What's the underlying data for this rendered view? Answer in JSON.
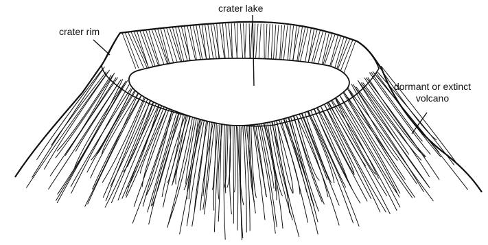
{
  "diagram": {
    "labels": {
      "crater_lake": "crater lake",
      "crater_rim": "crater rim",
      "volcano": "dormant or extinct volcano"
    },
    "colors": {
      "ink": "#111111",
      "paper": "#ffffff"
    }
  }
}
